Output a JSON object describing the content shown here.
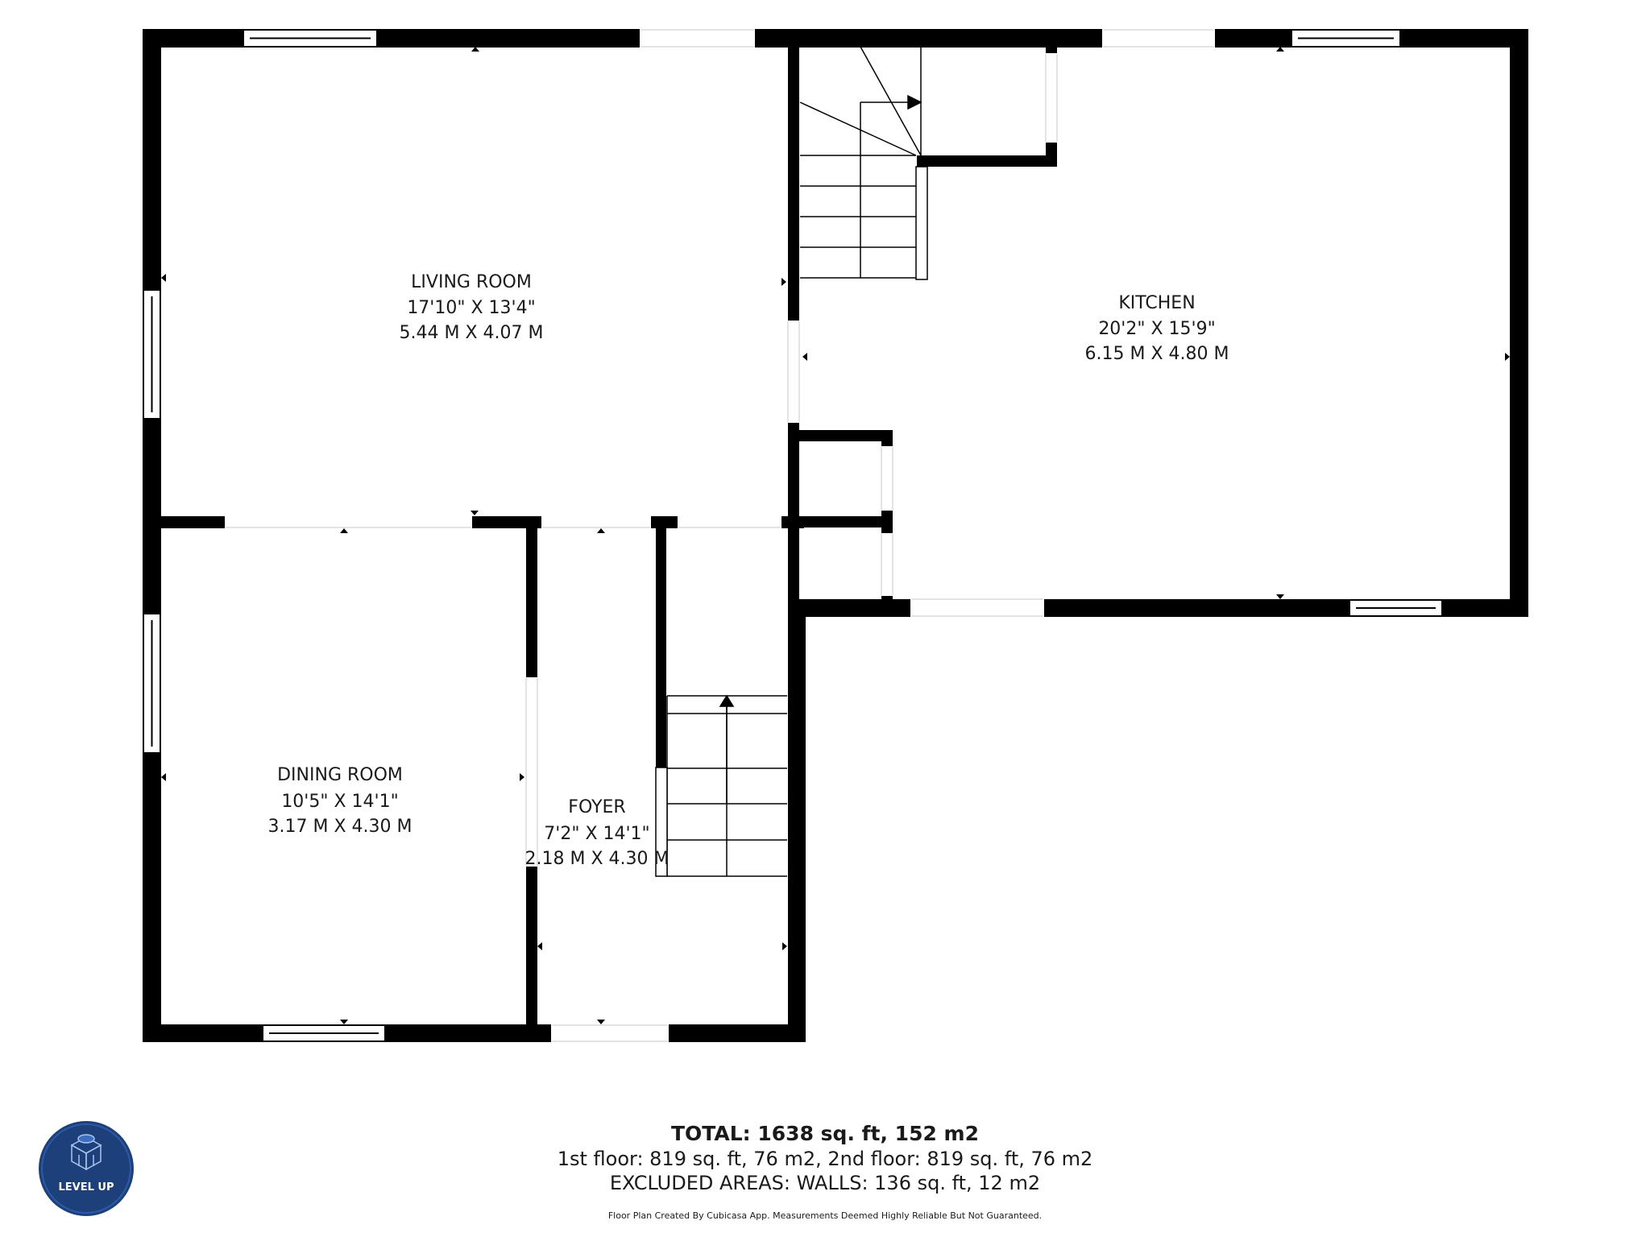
{
  "rooms": {
    "living": {
      "name": "LIVING ROOM",
      "dim_imperial": "17'10\" X 13'4\"",
      "dim_metric": "5.44 M X 4.07 M"
    },
    "kitchen": {
      "name": "KITCHEN",
      "dim_imperial": "20'2\" X 15'9\"",
      "dim_metric": "6.15 M X 4.80 M"
    },
    "dining": {
      "name": "DINING ROOM",
      "dim_imperial": "10'5\" X 14'1\"",
      "dim_metric": "3.17 M X 4.30 M"
    },
    "foyer": {
      "name": "FOYER",
      "dim_imperial": "7'2\" X 14'1\"",
      "dim_metric": "2.18 M X 4.30 M"
    }
  },
  "summary": {
    "total": "TOTAL: 1638 sq. ft, 152 m2",
    "floors": "1st floor: 819 sq. ft, 76 m2, 2nd floor: 819 sq. ft, 76 m2",
    "excluded": "EXCLUDED AREAS: WALLS: 136 sq. ft, 12 m2"
  },
  "disclaimer": "Floor Plan Created By Cubicasa App. Measurements Deemed Highly Reliable But Not Guaranteed.",
  "logo": {
    "text": "LEVEL UP"
  },
  "colors": {
    "wall": "#000000",
    "logo_bg": "#1d3f7a",
    "logo_ring": "#2b5aa8"
  }
}
